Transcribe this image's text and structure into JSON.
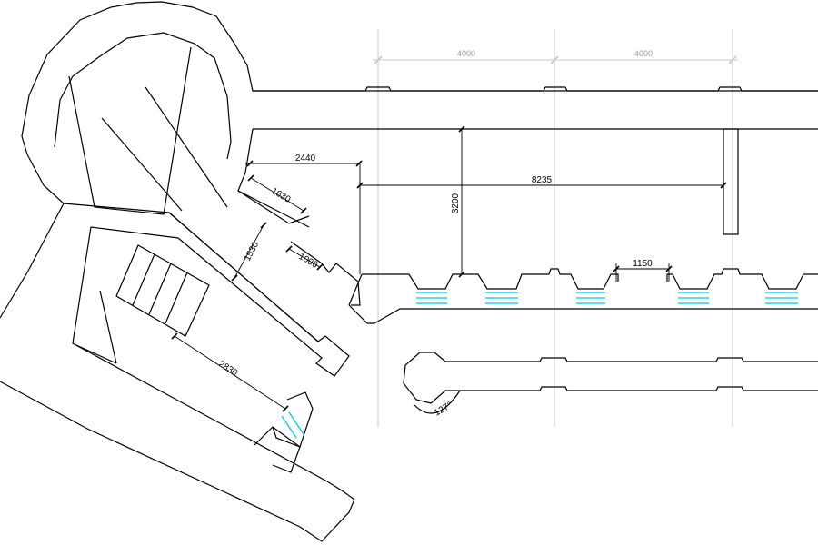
{
  "axis_dimensions": [
    "4000",
    "4000"
  ],
  "dimensions": {
    "d2440": "2440",
    "d1630": "1630",
    "d1530": "1530",
    "d1000": "1000",
    "d8235": "8235",
    "d3200": "3200",
    "d1150": "1150",
    "d2830": "2830",
    "angle": "127°"
  },
  "colors": {
    "walls": "#000000",
    "axes": "#c8c8c8",
    "windows": "#00c8e6"
  }
}
